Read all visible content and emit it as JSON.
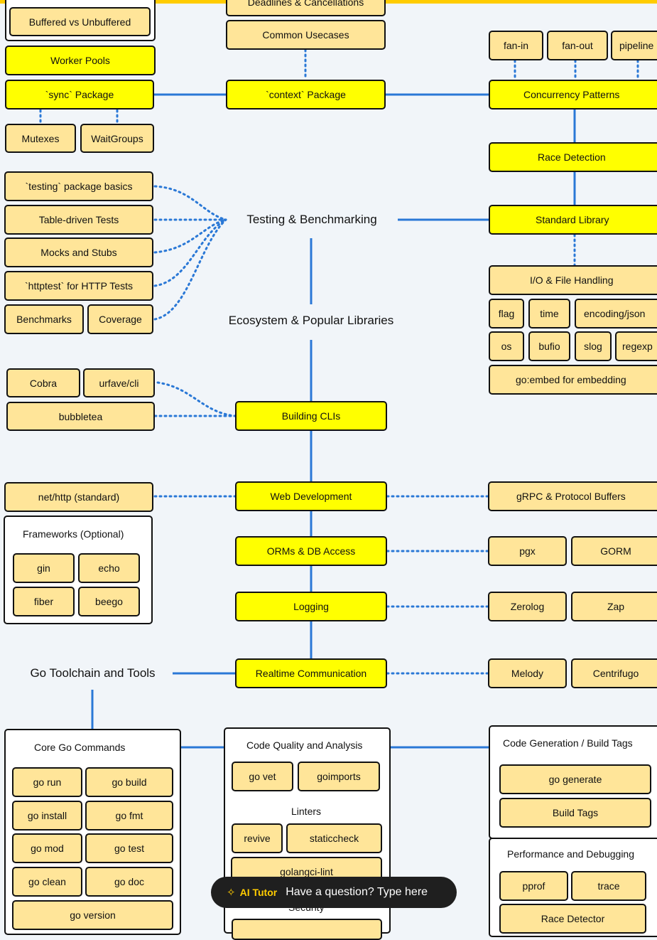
{
  "nodes": {
    "deadlines": "Deadlines & Cancellations",
    "buffered": "Buffered vs Unbuffered",
    "common_usecases": "Common Usecases",
    "worker_pools": "Worker Pools",
    "sync_pkg": "`sync` Package",
    "context_pkg": "`context` Package",
    "concurrency_patterns": "Concurrency Patterns",
    "fan_in": "fan-in",
    "fan_out": "fan-out",
    "pipeline": "pipeline",
    "mutexes": "Mutexes",
    "waitgroups": "WaitGroups",
    "race_detection": "Race Detection",
    "testing_basics": "`testing` package basics",
    "table_driven": "Table-driven Tests",
    "mocks_stubs": "Mocks and Stubs",
    "httptest": "`httptest` for HTTP Tests",
    "benchmarks": "Benchmarks",
    "coverage": "Coverage",
    "standard_library": "Standard Library",
    "io_file": "I/O & File Handling",
    "flag": "flag",
    "time": "time",
    "encoding_json": "encoding/json",
    "os": "os",
    "bufio": "bufio",
    "slog": "slog",
    "regexp": "regexp",
    "go_embed": "go:embed for embedding",
    "cobra": "Cobra",
    "urfave": "urfave/cli",
    "bubbletea": "bubbletea",
    "building_clis": "Building CLIs",
    "net_http": "net/http (standard)",
    "web_dev": "Web Development",
    "grpc": "gRPC & Protocol Buffers",
    "gin": "gin",
    "echo": "echo",
    "fiber": "fiber",
    "beego": "beego",
    "orms": "ORMs & DB Access",
    "pgx": "pgx",
    "gorm": "GORM",
    "logging": "Logging",
    "zerolog": "Zerolog",
    "zap": "Zap",
    "realtime": "Realtime Communication",
    "melody": "Melody",
    "centrifugo": "Centrifugo",
    "go_run": "go run",
    "go_build": "go build",
    "go_install": "go install",
    "go_fmt": "go fmt",
    "go_mod": "go mod",
    "go_test": "go test",
    "go_clean": "go clean",
    "go_doc": "go doc",
    "go_version": "go version",
    "go_vet": "go vet",
    "goimports": "goimports",
    "revive": "revive",
    "staticcheck": "staticcheck",
    "golangci_lint": "golangci-lint",
    "go_generate": "go generate",
    "build_tags": "Build Tags",
    "pprof": "pprof",
    "trace": "trace",
    "race_detector": "Race Detector"
  },
  "labels": {
    "testing_benchmarking": "Testing & Benchmarking",
    "ecosystem": "Ecosystem & Popular Libraries",
    "toolchain": "Go Toolchain and Tools"
  },
  "groups": {
    "frameworks": "Frameworks (Optional)",
    "core_commands": "Core Go Commands",
    "code_quality": "Code Quality and Analysis",
    "linters": "Linters",
    "security": "Security",
    "codegen": "Code Generation / Build Tags",
    "performance": "Performance and Debugging"
  },
  "tutor": {
    "icon": "magic-wand-icon",
    "badge": "AI Tutor",
    "prompt": "Have a question? Type here"
  },
  "colors": {
    "accent_yellow": "#ffff00",
    "node_fill": "#ffe599",
    "line_blue": "#2a78d6",
    "top_bar": "#ffcc00"
  }
}
